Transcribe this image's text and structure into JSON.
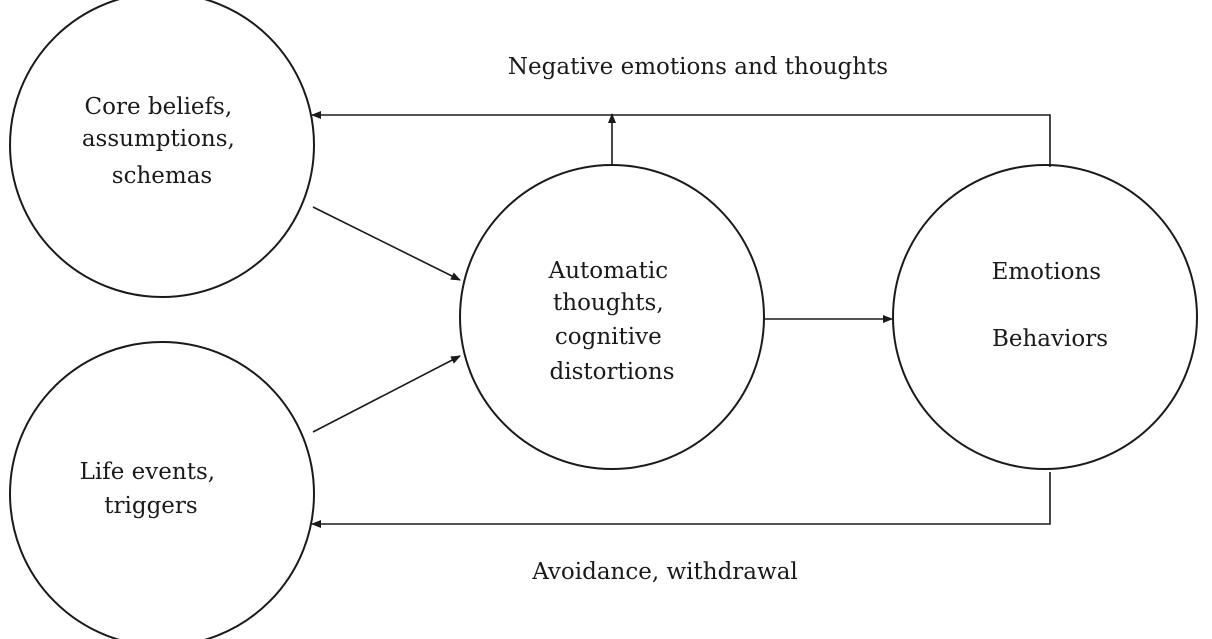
{
  "nodes": {
    "core_beliefs": {
      "lines": [
        "Core beliefs,",
        "assumptions,",
        "schemas"
      ]
    },
    "life_events": {
      "lines": [
        "Life events,",
        "triggers"
      ]
    },
    "automatic_thoughts": {
      "lines": [
        "Automatic",
        "thoughts,",
        "cognitive",
        "distortions"
      ]
    },
    "emotions_behaviors": {
      "lines": [
        "Emotions",
        "Behaviors"
      ]
    }
  },
  "edge_labels": {
    "top": "Negative emotions and thoughts",
    "bottom": "Avoidance, withdrawal"
  }
}
